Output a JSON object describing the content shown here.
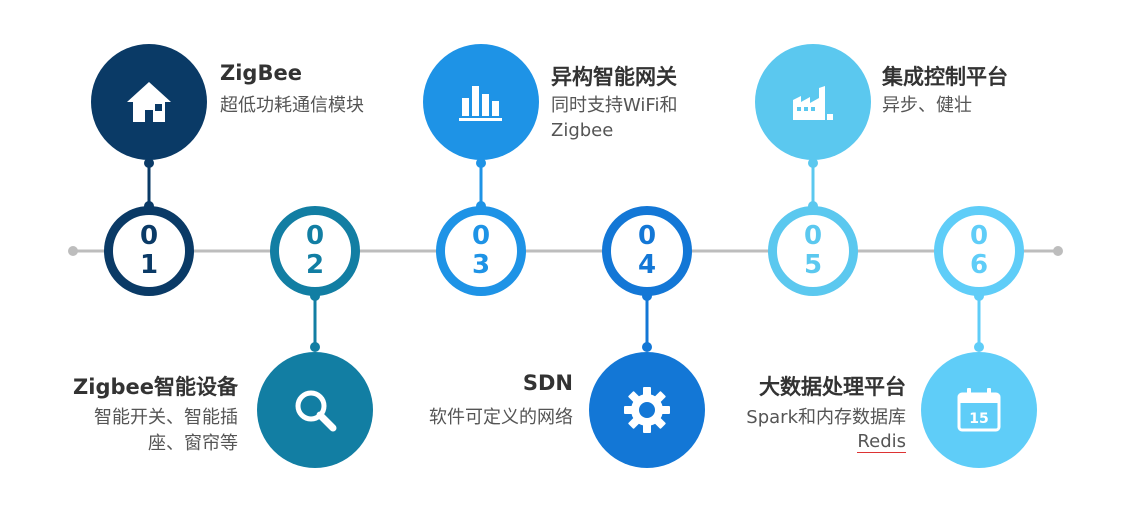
{
  "colors": {
    "item1": "#0a3a66",
    "item2": "#127ea3",
    "item3": "#1e93e6",
    "item4": "#1377d6",
    "item5": "#5bc8ef",
    "item6": "#5fcdf8",
    "axis": "#bdbdbd"
  },
  "items": [
    {
      "num_top": "0",
      "num_bottom": "1",
      "title": "ZigBee",
      "desc_lines": [
        "超低功耗通信模块"
      ],
      "icon": "house-icon"
    },
    {
      "num_top": "0",
      "num_bottom": "2",
      "title": "Zigbee智能设备",
      "desc_lines": [
        "智能开关、智能插",
        "座、窗帘等"
      ],
      "icon": "search-icon"
    },
    {
      "num_top": "0",
      "num_bottom": "3",
      "title": "异构智能网关",
      "desc_lines": [
        "同时支持WiFi和",
        "Zigbee"
      ],
      "icon": "bar-chart-icon"
    },
    {
      "num_top": "0",
      "num_bottom": "4",
      "title": "SDN",
      "desc_lines": [
        "软件可定义的网络"
      ],
      "icon": "gear-icon"
    },
    {
      "num_top": "0",
      "num_bottom": "5",
      "title": "集成控制平台",
      "desc_lines": [
        "异步、健壮"
      ],
      "icon": "factory-icon"
    },
    {
      "num_top": "0",
      "num_bottom": "6",
      "title": "大数据处理平台",
      "desc_lines": [
        "Spark和内存数据库",
        "Redis"
      ],
      "icon": "calendar-icon",
      "calendar_day": "15"
    }
  ]
}
